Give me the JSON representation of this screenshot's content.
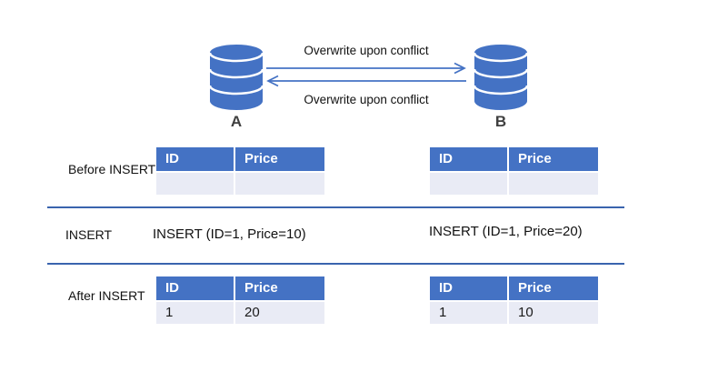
{
  "diagram": {
    "database_a_label": "A",
    "database_b_label": "B",
    "arrow_forward_label": "Overwrite upon conflict",
    "arrow_backward_label": "Overwrite upon conflict"
  },
  "table_headers": [
    "ID",
    "Price"
  ],
  "sections": {
    "before_insert": {
      "label": "Before INSERT",
      "table_a_row": [
        "",
        ""
      ],
      "table_b_row": [
        "",
        ""
      ]
    },
    "insert": {
      "label": "INSERT",
      "statement_a": "INSERT (ID=1, Price=10)",
      "statement_b": "INSERT (ID=1, Price=20)"
    },
    "after_insert": {
      "label": "After INSERT",
      "table_a_row": [
        "1",
        "20"
      ],
      "table_b_row": [
        "1",
        "10"
      ]
    }
  },
  "colors": {
    "table_header_blue": "#4472C4",
    "table_row_fill": "#E9EBF5",
    "database_blue": "#4472C4",
    "arrow_blue": "#4472C4",
    "divider_blue": "#3A64AE"
  }
}
